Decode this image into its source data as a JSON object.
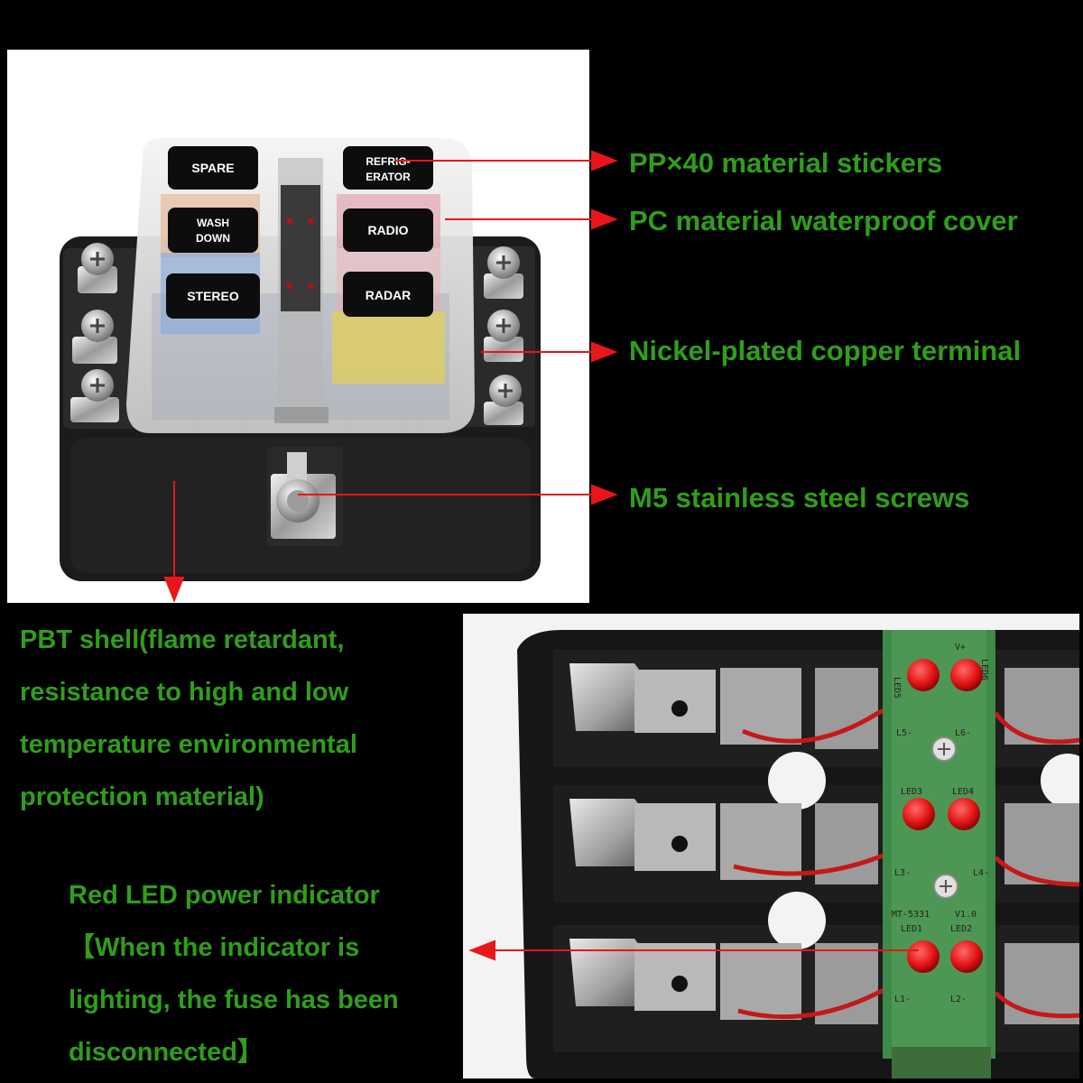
{
  "fuse_labels": {
    "spare": "SPARE",
    "refrigerator": [
      "REFRIG-",
      "ERATOR"
    ],
    "wash_down": [
      "WASH",
      "DOWN"
    ],
    "radio": "RADIO",
    "stereo": "STEREO",
    "radar": "RADAR"
  },
  "pcb_labels": {
    "v_plus": "V+",
    "led5": "LED5",
    "led6": "LED6",
    "l5": "L5-",
    "l6": "L6-",
    "led3": "LED3",
    "led4": "LED4",
    "l3": "L3-",
    "l4": "L4-",
    "model": "MT-5331",
    "version": "V1.0",
    "led1": "LED1",
    "led2": "LED2",
    "l1": "L1-",
    "l2": "L2-"
  },
  "callouts": {
    "stickers": "PP×40 material stickers",
    "cover": "PC material waterproof cover",
    "terminal": "Nickel-plated copper terminal",
    "screws": "M5 stainless steel screws"
  },
  "shell_note": [
    "PBT shell(flame retardant,",
    "resistance to high and low",
    "temperature environmental",
    "protection material)"
  ],
  "led_note": [
    "Red LED power indicator",
    "【When the indicator is",
    "lighting, the fuse has been",
    "disconnected】"
  ],
  "colors": {
    "callout_text": "#2f9e1a",
    "arrow": "#e8161a",
    "background": "#000000"
  }
}
